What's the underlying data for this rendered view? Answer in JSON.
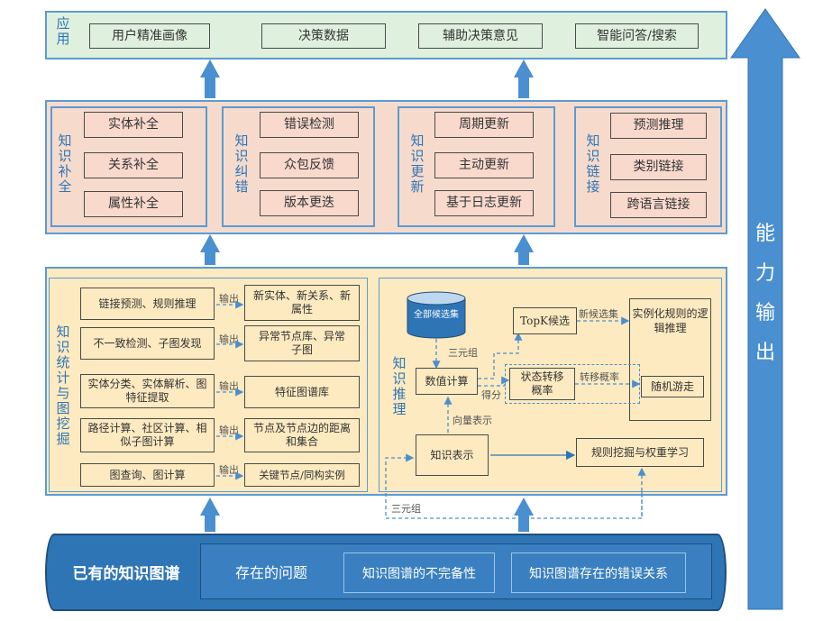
{
  "application": {
    "label": "应用",
    "items": [
      "用户精准画像",
      "决策数据",
      "辅助决策意见",
      "智能问答/搜索"
    ]
  },
  "maintenance": [
    {
      "label": "知识补全",
      "items": [
        "实体补全",
        "关系补全",
        "属性补全"
      ]
    },
    {
      "label": "知识纠错",
      "items": [
        "错误检测",
        "众包反馈",
        "版本更迭"
      ]
    },
    {
      "label": "知识更新",
      "items": [
        "周期更新",
        "主动更新",
        "基于日志更新"
      ]
    },
    {
      "label": "知识链接",
      "items": [
        "预测推理",
        "类别链接",
        "跨语言链接"
      ]
    }
  ],
  "statistics": {
    "label": "知识统计与图挖掘",
    "output_label": "输出",
    "rows": [
      {
        "input": "链接预测、规则推理",
        "output": "新实体、新关系、新属性"
      },
      {
        "input": "不一致检测、子图发现",
        "output": "异常节点库、异常子图"
      },
      {
        "input": "实体分类、实体解析、图特征提取",
        "output": "特征图谱库"
      },
      {
        "input": "路径计算、社区计算、相似子图计算",
        "output": "节点及节点边的距离和集合"
      },
      {
        "input": "图查询、图计算",
        "output": "关键节点/同构实例"
      }
    ]
  },
  "reasoning": {
    "label": "知识推理",
    "candidate_set": "全部候选集",
    "triple": "三元组",
    "numeric": "数值计算",
    "topk": "TopK候选",
    "new_candidates": "新候选集",
    "logic": "实例化规则的逻辑推理",
    "score": "得分",
    "state_transfer": "状态转移概率",
    "transfer_prob": "转移概率",
    "random_walk": "随机游走",
    "vector": "向量表示",
    "knowledge_repr": "知识表示",
    "rule_mining": "规则挖掘与权重学习",
    "triple_bottom": "三元组"
  },
  "bottom": {
    "main": "已有的知识图谱",
    "issues": "存在的问题",
    "items": [
      "知识图谱的不完备性",
      "知识图谱存在的错误关系"
    ]
  },
  "capability": "能力输出",
  "colors": {
    "blue": "#5b9bd5",
    "arrow": "#4a8fd0",
    "green": "#dff0de",
    "pink": "#f6dbcd",
    "yellow": "#fdeac0",
    "navy": "#2e75b6"
  }
}
